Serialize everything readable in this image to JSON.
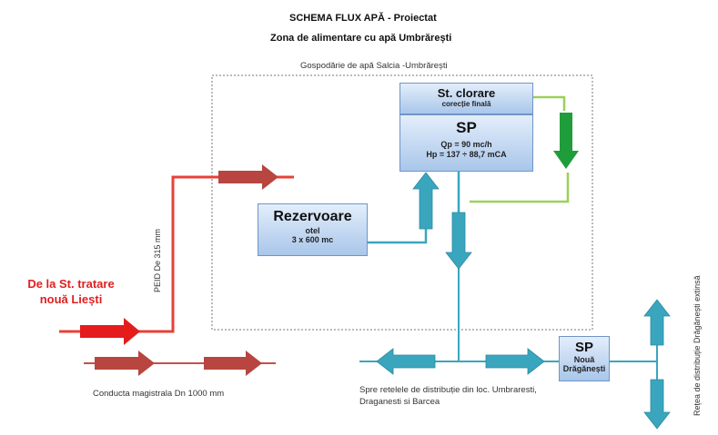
{
  "title_line1": "SCHEMA FLUX APĂ - Proiectat",
  "title_line2": "Zona de alimentare cu apă Umbrărești",
  "area_label": "Gospodărie de apă Salcia -Umbrărești",
  "source_label": "De la St. tratare nouă Liești",
  "pipe_label": "PEID De 315 mm",
  "main_pipe_label": "Conducta magistrala Dn 1000 mm",
  "distribution_label": "Spre retelele de distribuție din loc. Umbraresti, Draganesti si Barcea",
  "network_label": "Rețea de distribuție Drăgănești extinsă",
  "boxes": {
    "clorare": {
      "title": "St. clorare",
      "subtitle": "corecție finală"
    },
    "sp_main": {
      "title": "SP",
      "line1": "Qp = 90 mc/h",
      "line2": "Hp = 137 ÷ 88,7 mCA"
    },
    "rezervoare": {
      "title": "Rezervoare",
      "line1": "otel",
      "line2": "3 x 600 mc"
    },
    "sp_noua": {
      "title": "SP",
      "line1": "Nouă",
      "line2": "Drăgănești"
    }
  },
  "colors": {
    "red_pipe": "#e8403a",
    "dark_red_arrow": "#b84540",
    "bright_red_arrow": "#e41c1c",
    "teal": "#3aa6be",
    "teal_dark": "#2a8aa3",
    "green": "#9ccf5a",
    "green_arrow": "#1f9d3a",
    "box_border": "#6f95c6"
  }
}
